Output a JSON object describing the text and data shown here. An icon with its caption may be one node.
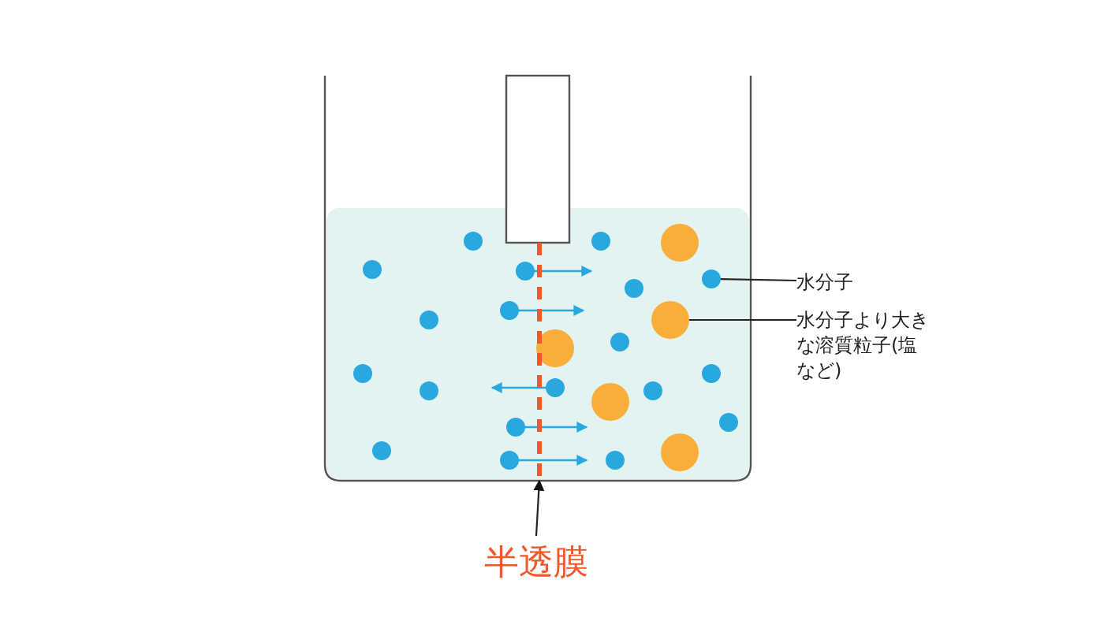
{
  "diagram": {
    "nodes": [
      {
        "text": [
          "水分子"
        ]
      },
      {
        "text": [
          "水分子より大きな溶質粒子(塩など)"
        ]
      },
      {
        "text": [
          "半透膜"
        ]
      },
      {
        "text": [],
        "shape": "circle"
      },
      {
        "text": [],
        "shape": "circle"
      },
      {
        "text": [],
        "shape": "line"
      }
    ],
    "edges": [
      {
        "from": 0,
        "to": 3,
        "arrow": "none"
      },
      {
        "from": 1,
        "to": 4,
        "arrow": "none"
      },
      {
        "from": 2,
        "to": 5,
        "arrow": "to"
      }
    ]
  }
}
